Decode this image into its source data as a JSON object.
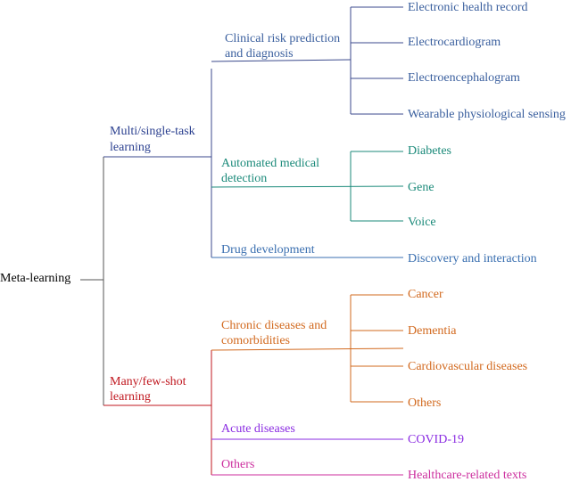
{
  "colors": {
    "root": "#000000",
    "multi": "#2a3f8f",
    "clinical": "#3a5f9e",
    "medical_detection": "#1b8a7a",
    "drug": "#3a6fb0",
    "many": "#c0171f",
    "chronic": "#d2691e",
    "acute": "#8a2be2",
    "others": "#cc2e9e",
    "line_root": "#555555",
    "line_multi": "#3b4a8c",
    "line_many": "#c0171f"
  },
  "root": {
    "label": "Meta-learning"
  },
  "multi": {
    "label_line1": "Multi/single-task",
    "label_line2": "learning",
    "clinical": {
      "label_line1": "Clinical risk prediction",
      "label_line2": "and diagnosis",
      "leaves": [
        "Electronic health record",
        "Electrocardiogram",
        "Electroencephalogram",
        "Wearable physiological sensing"
      ]
    },
    "detection": {
      "label_line1": "Automated medical",
      "label_line2": "detection",
      "leaves": [
        "Diabetes",
        "Gene",
        "Voice"
      ]
    },
    "drug": {
      "label": "Drug development",
      "leaves": [
        "Discovery and interaction"
      ]
    }
  },
  "many": {
    "label_line1": "Many/few-shot",
    "label_line2": "learning",
    "chronic": {
      "label_line1": "Chronic diseases and",
      "label_line2": "comorbidities",
      "leaves": [
        "Cancer",
        "Dementia",
        "Cardiovascular diseases",
        "Others"
      ]
    },
    "acute": {
      "label": "Acute diseases",
      "leaves": [
        "COVID-19"
      ]
    },
    "others": {
      "label": "Others",
      "leaves": [
        "Healthcare-related texts"
      ]
    }
  }
}
